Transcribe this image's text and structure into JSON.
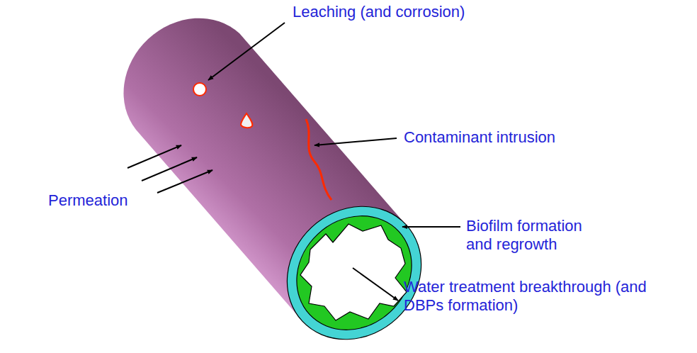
{
  "diagram": {
    "labels": [
      "Leaching (and corrosion)",
      "Contaminant intrusion",
      "Permeation",
      "Biofilm formation and regrowth",
      "Water treatment breakthrough (and DBPs formation)"
    ]
  }
}
